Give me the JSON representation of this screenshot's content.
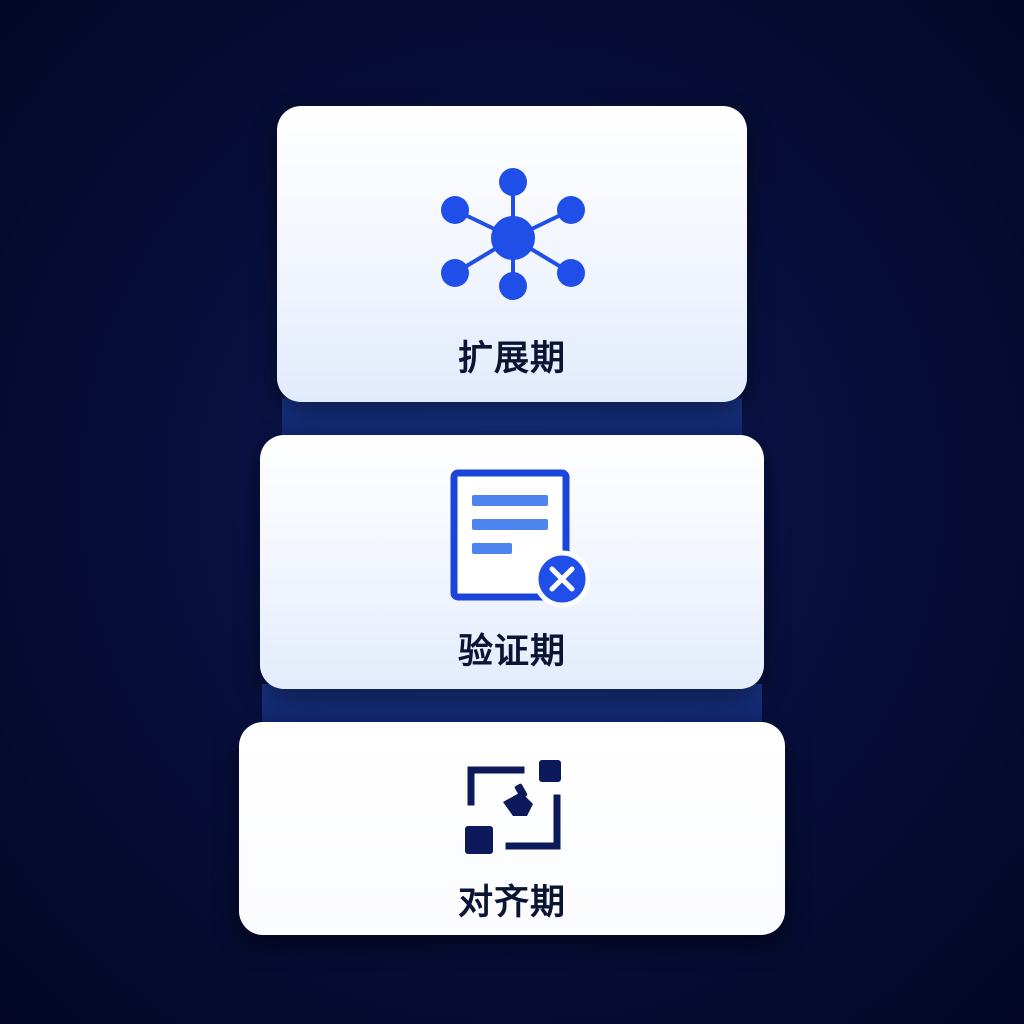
{
  "stages": [
    {
      "label": "扩展期",
      "icon": "network-hub-icon"
    },
    {
      "label": "验证期",
      "icon": "document-reject-icon"
    },
    {
      "label": "对齐期",
      "icon": "alignment-frame-icon"
    }
  ],
  "colors": {
    "background": "#050a2e",
    "accent_blue": "#1f4fe8",
    "navy": "#0c1a5c",
    "label_text": "#0b1433"
  }
}
